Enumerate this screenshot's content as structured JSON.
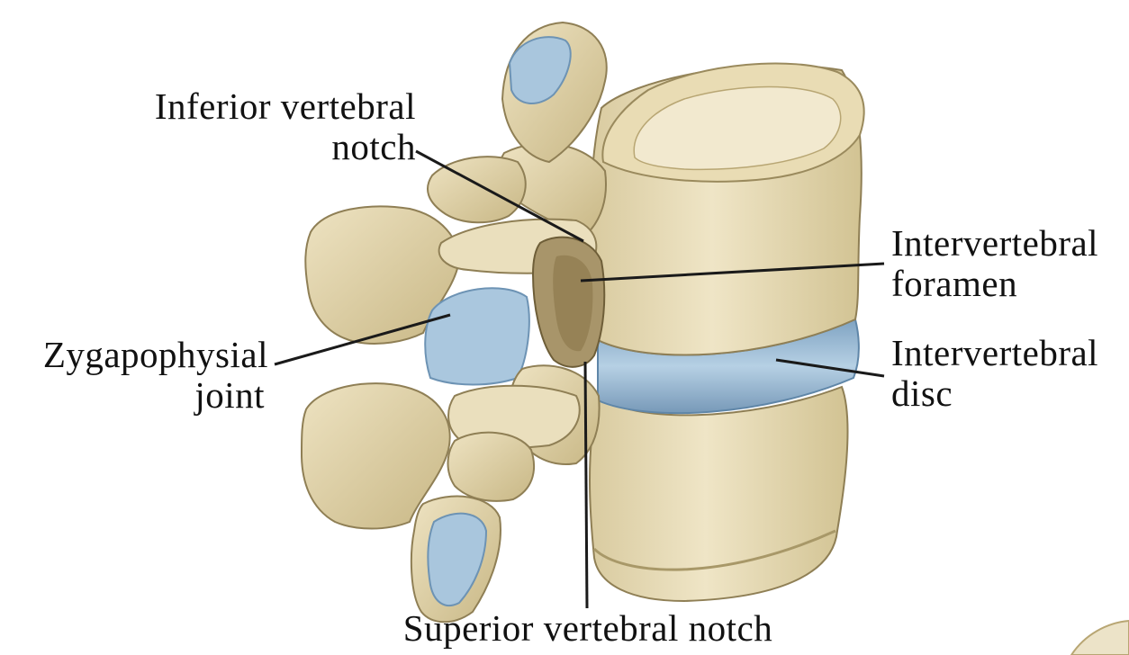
{
  "diagram": {
    "colors": {
      "bone": "#e8dcb8",
      "bone_shade": "#c9b98a",
      "bone_dark": "#8f7f55",
      "cartilage": "#a9c6dd",
      "cartilage_dark": "#6d93b4",
      "leader": "#1a1a1a"
    },
    "labels": {
      "inferior_notch_line1": "Inferior vertebral",
      "inferior_notch_line2": "notch",
      "intervertebral_foramen_line1": "Intervertebral",
      "intervertebral_foramen_line2": "foramen",
      "intervertebral_disc_line1": "Intervertebral",
      "intervertebral_disc_line2": "disc",
      "zygapophysial_line1": "Zygapophysial",
      "zygapophysial_line2": "joint",
      "superior_notch": "Superior vertebral notch"
    }
  }
}
